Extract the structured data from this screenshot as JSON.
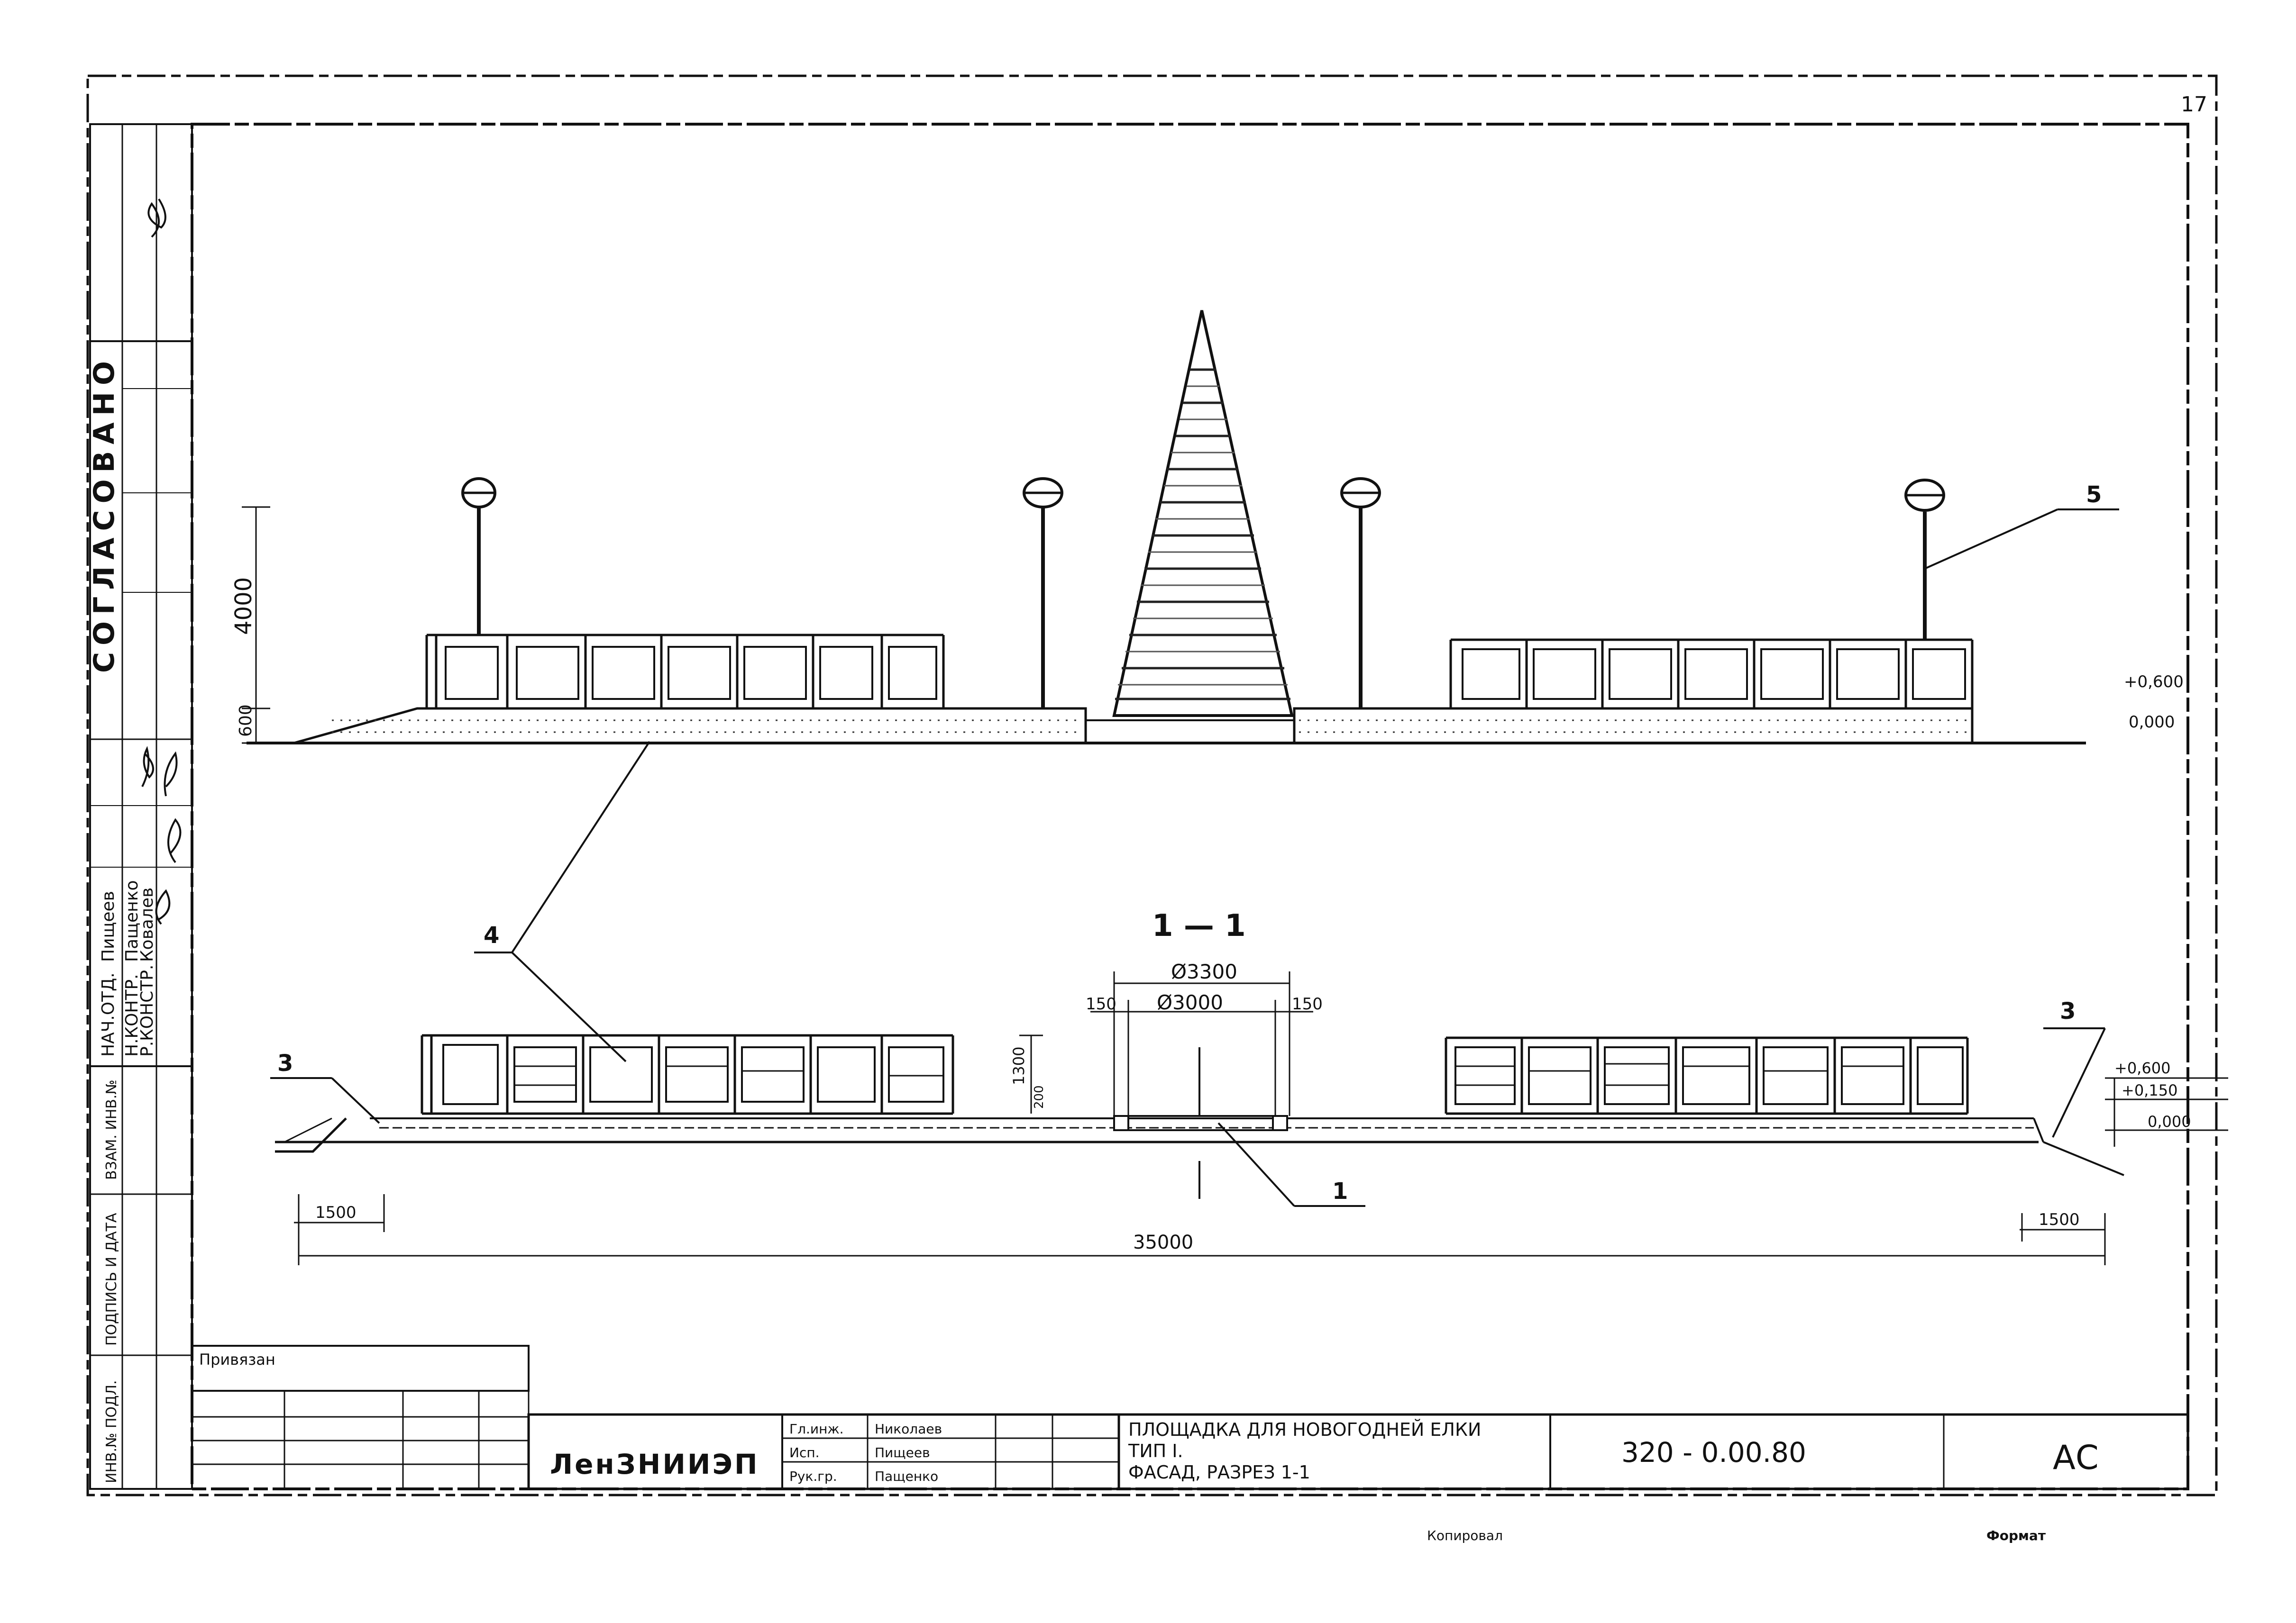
{
  "elevation": {
    "dim_height": "4000",
    "dim_base": "600",
    "level_top": "+0,600",
    "level_zero": "0,000",
    "callout_lamp": "5"
  },
  "section": {
    "title": "1 — 1",
    "dia_outer": "Ø3300",
    "dia_inner": "Ø3000",
    "offset_left": "150",
    "offset_right": "150",
    "wall_height": "1300",
    "wall_sub": "200",
    "callout_ramp_left": "3",
    "callout_ramp_right": "3",
    "callout_panel": "4",
    "callout_base": "1",
    "level_top": "+0,600",
    "level_mid": "+0,150",
    "level_zero": "0,000",
    "dim_left": "1500",
    "dim_right": "1500",
    "dim_total": "35000"
  },
  "side_stamp": {
    "agreed_title": "СОГЛАСОВАНО",
    "rows": [
      {
        "role": "НАЧ.ОТД.",
        "name": "Пищеев"
      },
      {
        "role": "Н.КОНТР.",
        "name": "Пащенко"
      },
      {
        "role": "Р.КОНСТР.",
        "name": "Ковалев"
      }
    ],
    "inv_cols": [
      "ИНВ.№ ПОДЛ.",
      "ПОДПИСЬ И ДАТА",
      "ВЗАМ. ИНВ.№"
    ]
  },
  "title_block": {
    "bound_label": "Привязан",
    "org": "ЛенЗНИИЭП",
    "project_title": "ПЛОЩАДКА ДЛЯ НОВОГОДНЕЙ ЕЛКИ",
    "project_type": "ТИП I.",
    "sheet_title": "ФАСАД, РАЗРЕЗ 1-1",
    "doc_code": "320 - 0.00.80",
    "sheet_mark": "АС",
    "cell_values": [
      "Гл.инж.",
      "Николаев",
      "Исп.",
      "Пищеев",
      "Рук.гр.",
      "Пащенко"
    ],
    "footer_left": "Копировал",
    "footer_right": "Формат",
    "corner_mark": "17"
  }
}
